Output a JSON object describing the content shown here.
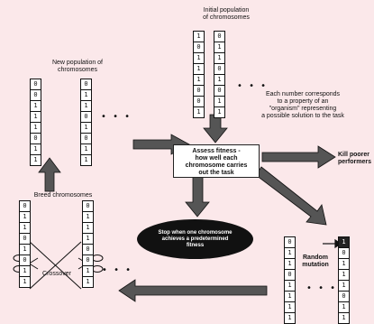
{
  "labels": {
    "initial_population": "Initial population\nof chromosomes",
    "new_population": "New population of\nchromosomes",
    "annotation": "Each number corresponds\nto a property of an\n\"organism\" representing\na possible solution to the task",
    "assess_fitness": "Assess fitness -\nhow well each\nchromosome carries\nout the task",
    "kill_poorer": "Kill poorer\nperformers",
    "stop_condition": "Stop when one chromosome\nachieves a predetermined\nfitness",
    "breed_chromosomes": "Breed chromosomes",
    "random_mutation": "Random\nmutation",
    "crossover": "Crossover",
    "ellipsis": "• • •"
  },
  "initial_chromosome_1": [
    "1",
    "0",
    "1",
    "1",
    "1",
    "0",
    "0",
    "1"
  ],
  "initial_chromosome_2": [
    "0",
    "1",
    "1",
    "0",
    "1",
    "0",
    "1",
    "1"
  ],
  "new_chromosome_1": [
    "0",
    "0",
    "1",
    "1",
    "1",
    "0",
    "1",
    "1"
  ],
  "new_chromosome_2": [
    "0",
    "1",
    "1",
    "0",
    "1",
    "0",
    "1",
    "1"
  ],
  "breed_chromosome_1": [
    "0",
    "1",
    "1",
    "0",
    "1",
    "0",
    "1",
    "1"
  ],
  "breed_chromosome_2": [
    "0",
    "1",
    "1",
    "1",
    "0",
    "0",
    "1",
    "1"
  ],
  "mutation_chromosome_1": [
    "0",
    "1",
    "1",
    "0",
    "1",
    "1",
    "1",
    "1"
  ],
  "mutation_chromosome_2": [
    "1",
    "0",
    "1",
    "1",
    "1",
    "0",
    "1",
    "1"
  ]
}
